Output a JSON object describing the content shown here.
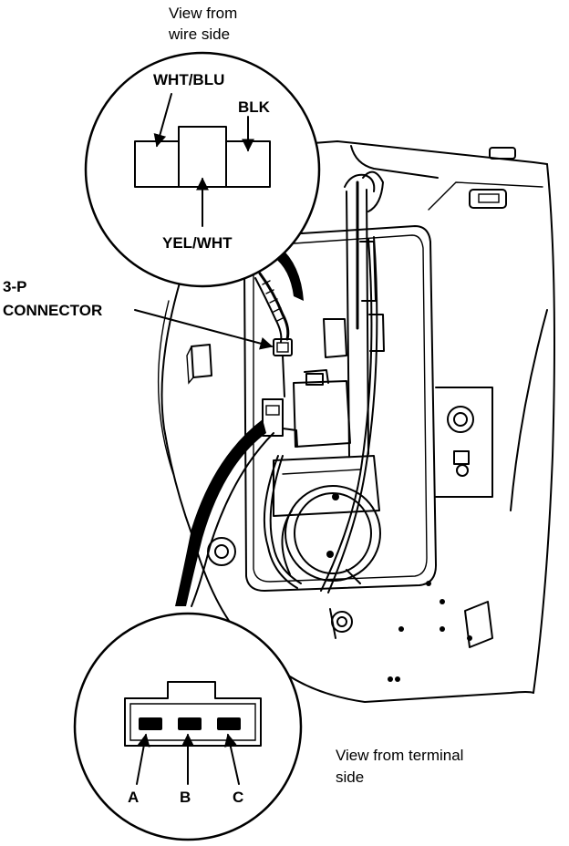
{
  "labels": {
    "top_view_line1": "View from",
    "top_view_line2": "wire side",
    "wht_blu": "WHT/BLU",
    "blk": "BLK",
    "yel_wht": "YEL/WHT",
    "connector_line1": "3-P",
    "connector_line2": "CONNECTOR",
    "bottom_view_line1": "View from terminal",
    "bottom_view_line2": "side",
    "terminal_a": "A",
    "terminal_b": "B",
    "terminal_c": "C"
  }
}
